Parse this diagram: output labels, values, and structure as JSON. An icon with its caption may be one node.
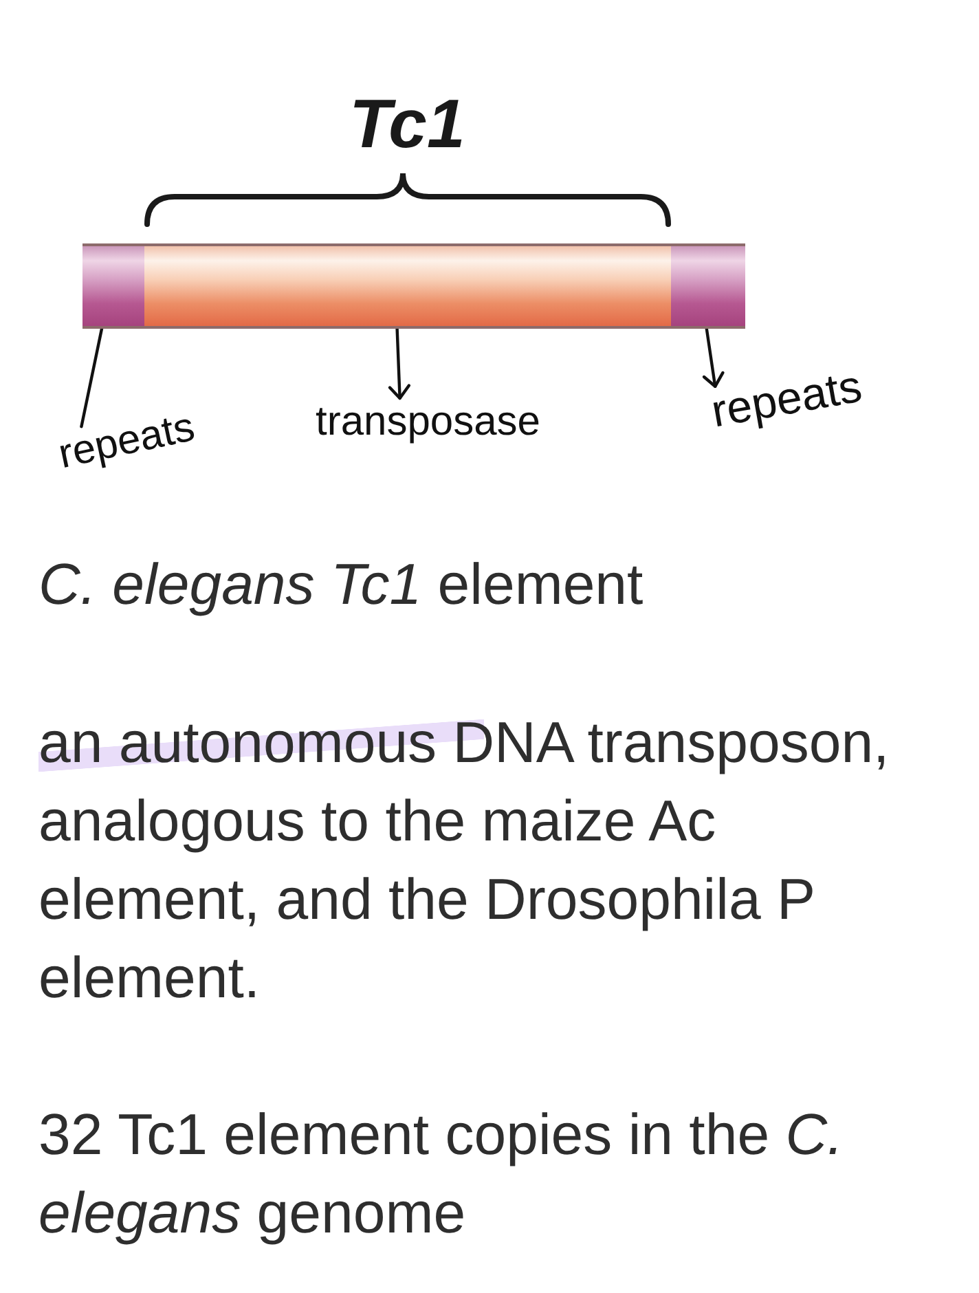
{
  "diagram": {
    "caption": "*C. elegans Tc1* element",
    "nodes": [
      {
        "text": [],
        "shape": "bar"
      },
      {
        "text": [],
        "shape": "bar"
      },
      {
        "text": [],
        "shape": "bar"
      },
      {
        "text": [
          "repeats"
        ]
      },
      {
        "text": [
          "transposase"
        ]
      },
      {
        "text": [
          "repeats"
        ]
      }
    ],
    "edges": [
      {
        "from": 3,
        "to": 0,
        "arrow": "none"
      },
      {
        "from": 1,
        "to": 4,
        "arrow": "to"
      },
      {
        "from": 2,
        "to": 5,
        "arrow": "to"
      }
    ],
    "labels": [
      "Tc1",
      "an autonomous DNA transposon, analogous to the maize Ac element, and the Drosophila P element.",
      "32 Tc1 element copies in the *C. elegans* genome"
    ]
  }
}
